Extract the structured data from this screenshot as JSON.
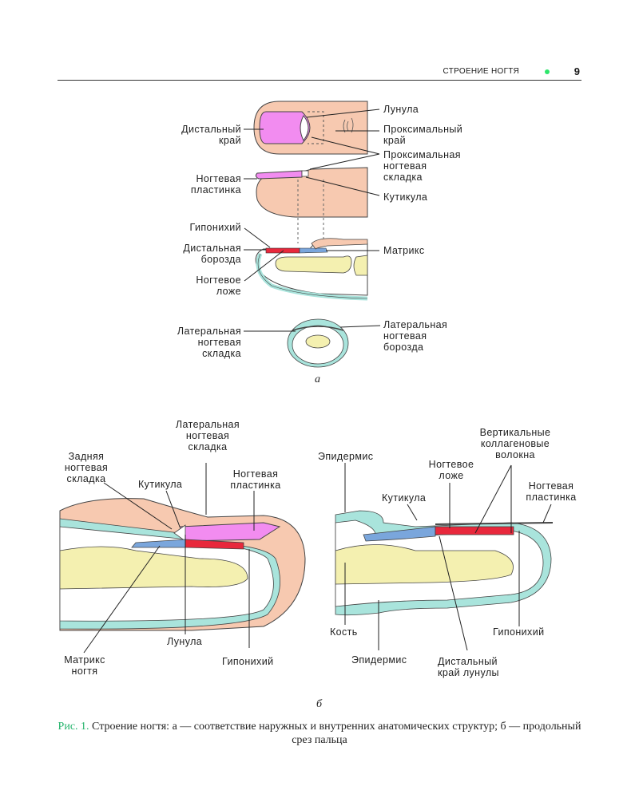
{
  "header": {
    "running_title": "СТРОЕНИЕ НОГТЯ",
    "page_number": "9",
    "accent_color": "#2ee66b"
  },
  "figure_a": {
    "label": "а",
    "labels": {
      "distal_edge": "Дистальный\nкрай",
      "lunula": "Лунула",
      "proximal_edge": "Проксимальный\nкрай",
      "proximal_fold": "Проксимальная\nногтевая\nскладка",
      "nail_plate": "Ногтевая\nпластинка",
      "cuticle": "Кутикула",
      "hyponychium": "Гипонихий",
      "distal_groove": "Дистальная\nборозда",
      "matrix": "Матрикс",
      "nail_bed": "Ногтевое\nложе",
      "lateral_fold": "Латеральная\nногтевая\nскладка",
      "lateral_groove": "Латеральная\nногтевая\nборозда"
    }
  },
  "figure_b": {
    "label": "б",
    "left": {
      "lateral_fold": "Латеральная\nногтевая\nскладка",
      "posterior_fold": "Задняя\nногтевая\nскладка",
      "cuticle": "Кутикула",
      "nail_plate": "Ногтевая\nпластинка",
      "lunula": "Лунула",
      "nail_matrix": "Матрикс\nногтя",
      "hyponychium": "Гипонихий"
    },
    "right": {
      "epidermis_top": "Эпидермис",
      "collagen_fibers": "Вертикальные\nколлагеновые\nволокна",
      "nail_bed": "Ногтевое\nложе",
      "cuticle": "Кутикула",
      "nail_plate": "Ногтевая\nпластинка",
      "bone": "Кость",
      "hyponychium": "Гипонихий",
      "epidermis_bottom": "Эпидермис",
      "lunula_distal_edge": "Дистальный\nкрай лунулы"
    }
  },
  "caption": {
    "fig_ref": "Рис. 1.",
    "text": " Строение ногтя: а — соответствие наружных и внутренних анатомических структур; б — продольный срез пальца"
  },
  "colors": {
    "skin": "#f7c9b0",
    "nail": "#f28cf0",
    "bed_red": "#e8283c",
    "matrix_blue": "#7aa6dc",
    "dermis_teal": "#a9e4dc",
    "bone": "#f4f0b0"
  }
}
